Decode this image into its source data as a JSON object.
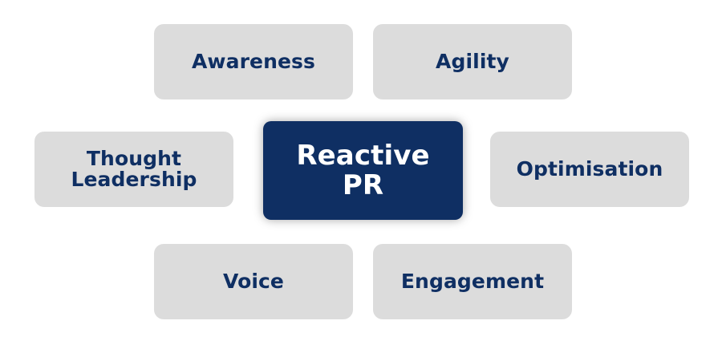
{
  "diagram": {
    "center": "Reactive\nPR",
    "nodes": [
      "Awareness",
      "Agility",
      "Thought\nLeadership",
      "Optimisation",
      "Voice",
      "Engagement"
    ]
  },
  "colors": {
    "background": "#ffffff",
    "outer_box_fill": "#dcdcdc",
    "outer_box_text": "#0f2f63",
    "center_box_fill": "#0f2f63",
    "center_box_text": "#ffffff"
  }
}
